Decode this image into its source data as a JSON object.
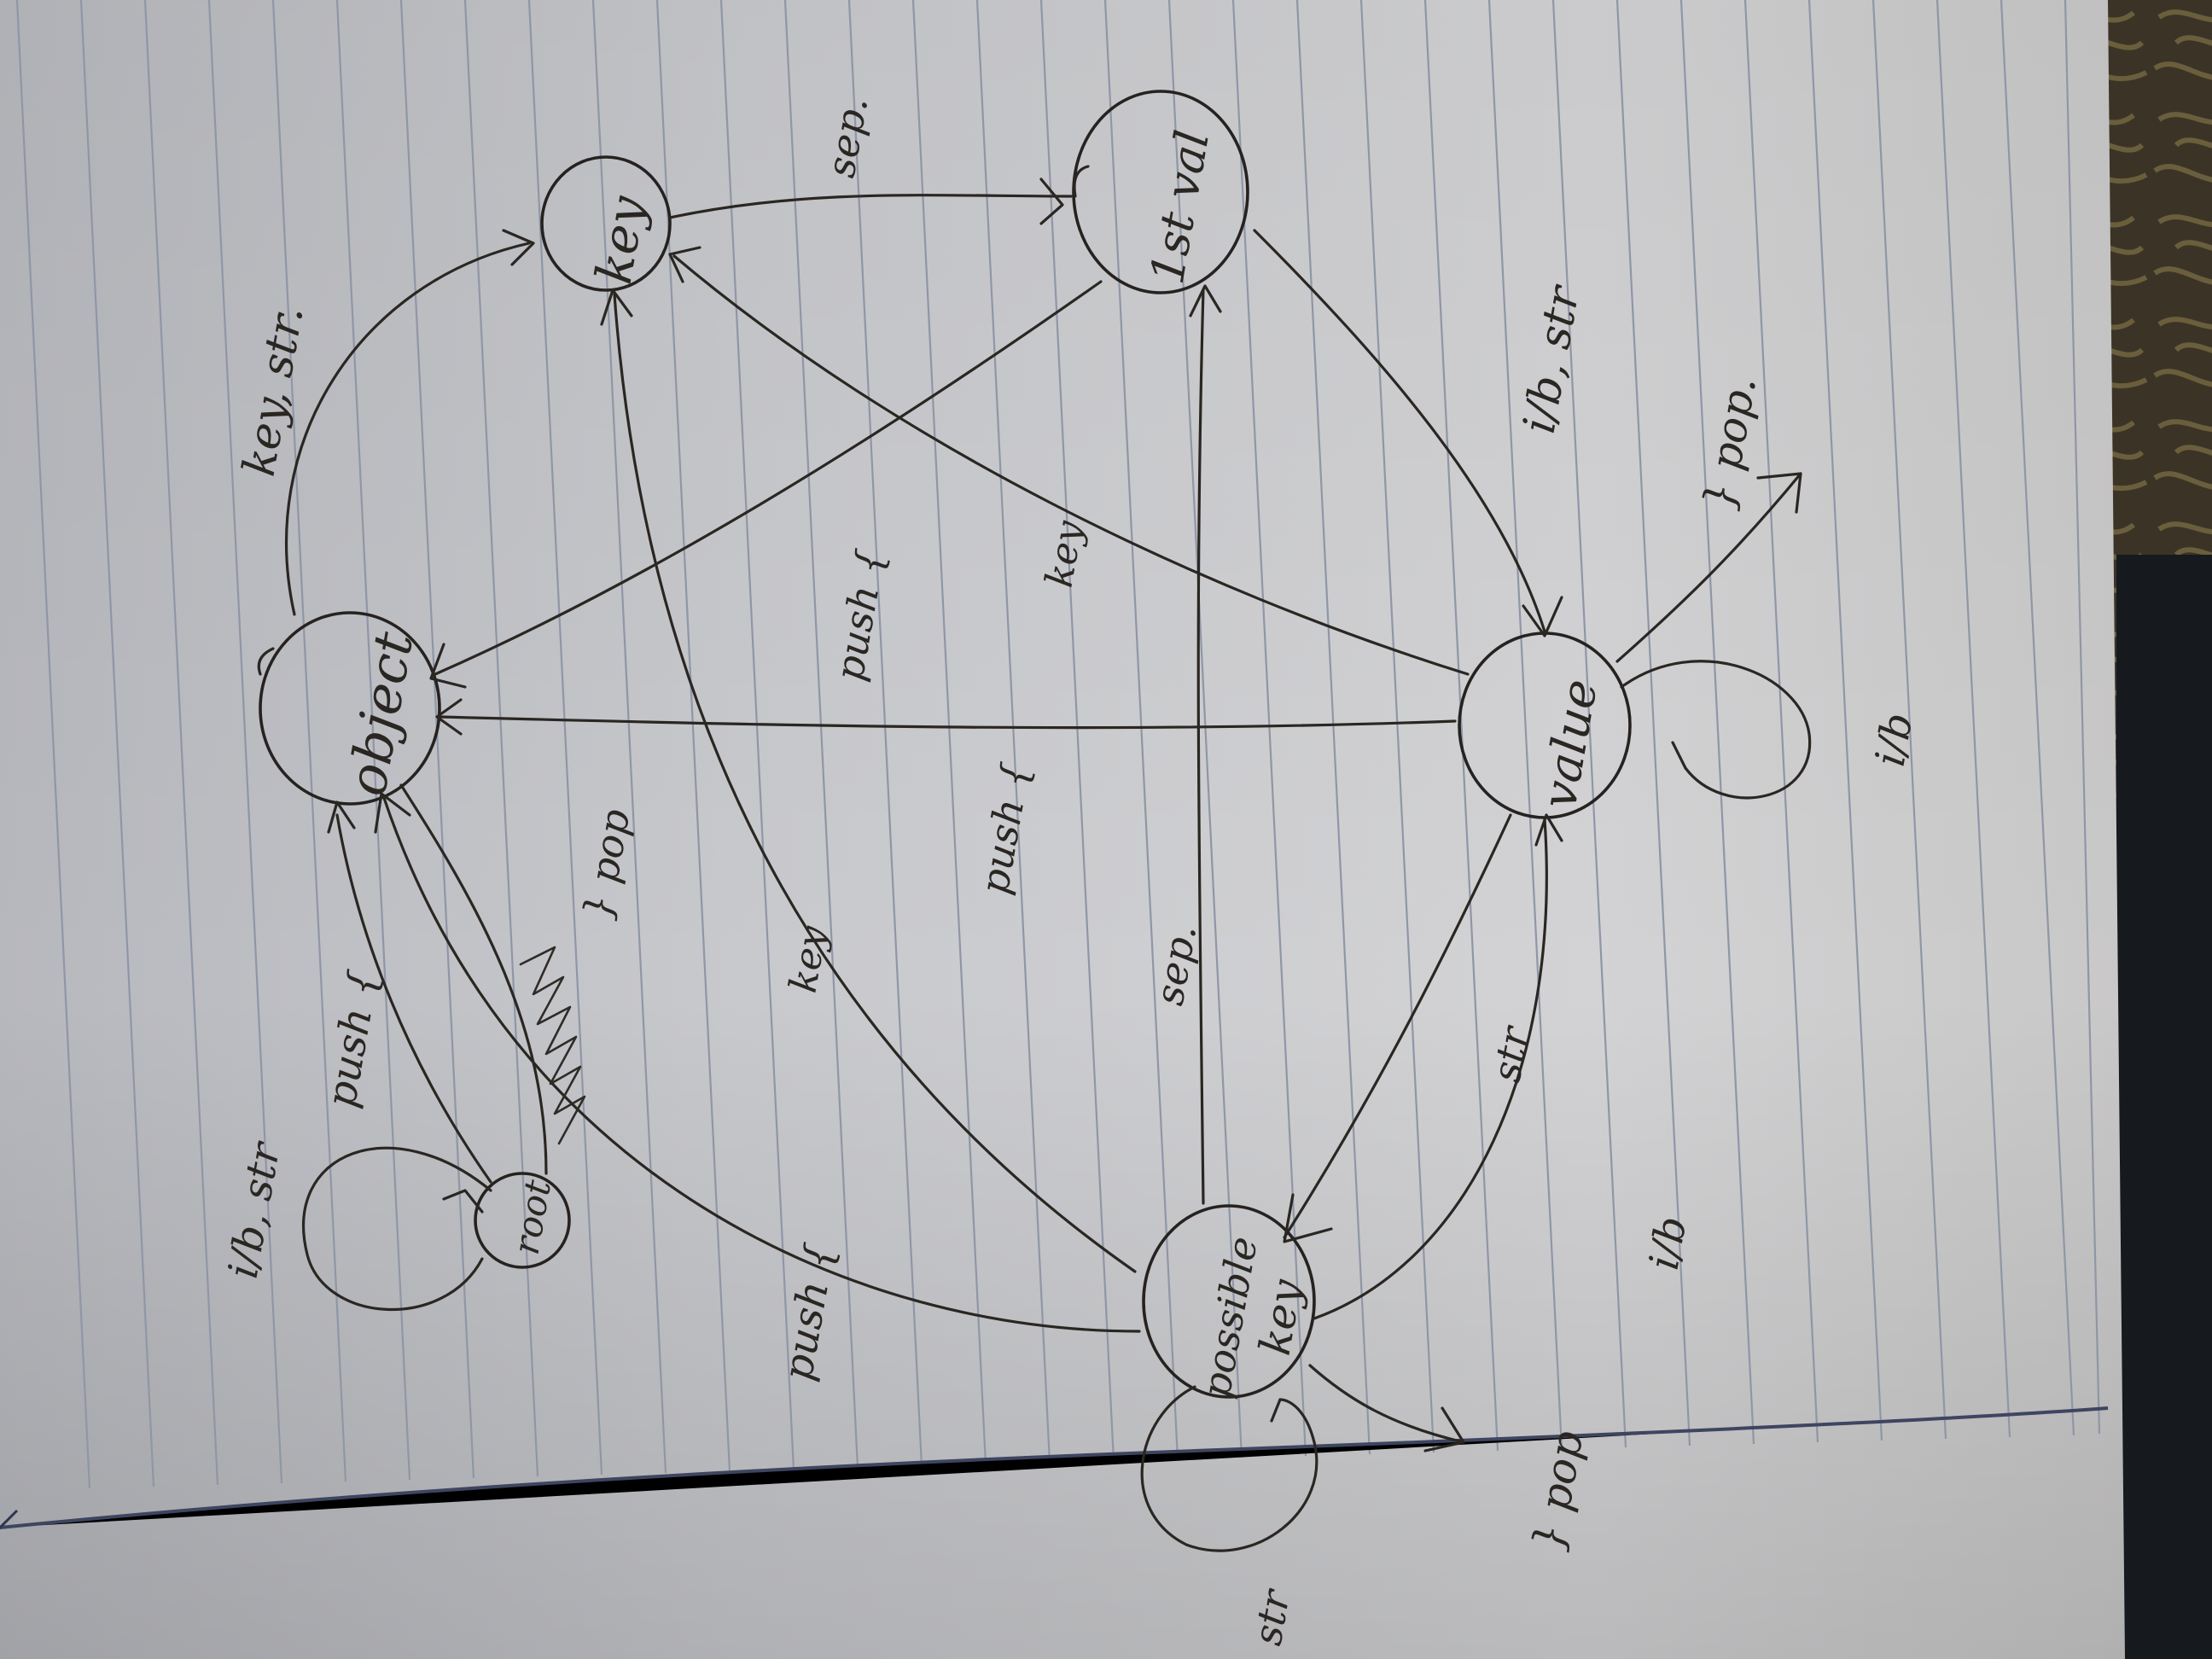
{
  "diagram": {
    "nodes": [
      {
        "id": "root",
        "label": "root"
      },
      {
        "id": "object",
        "label": "object"
      },
      {
        "id": "key",
        "label": "key"
      },
      {
        "id": "1st_val",
        "label": "1st val"
      },
      {
        "id": "value",
        "label": "value"
      },
      {
        "id": "possible_key",
        "label": "possible key"
      }
    ],
    "edge_labels": {
      "root_self": "i/b, str",
      "root_object": "push {",
      "object_key": "key, str.",
      "key_1stval": "sep.",
      "1stval_value": "i/b, str",
      "value_pop": "} pop.",
      "value_self": "i/b",
      "value_key": "key",
      "value_possible": "str",
      "possible_value": "i/b",
      "possible_1stval": "sep.",
      "possible_key_edge": "key",
      "possible_object_push": "push {",
      "possible_pop": "} pop",
      "possible_self": "str",
      "1stval_object": "push {",
      "object_pop": "} pop",
      "center_push": "push {"
    }
  }
}
